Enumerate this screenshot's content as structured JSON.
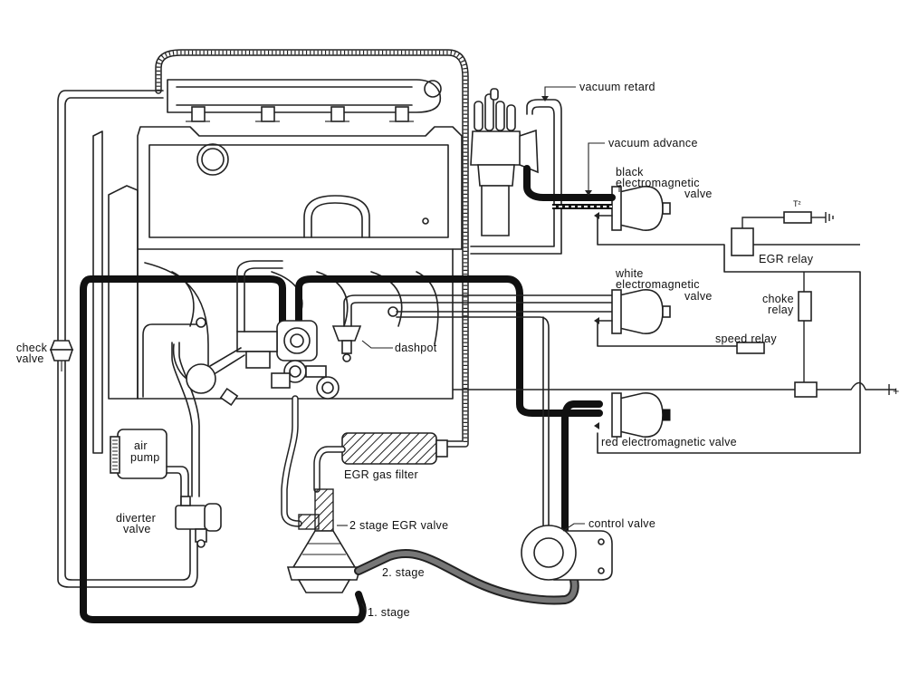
{
  "labels": {
    "vacuum_retard": "vacuum retard",
    "vacuum_advance": "vacuum advance",
    "black_valve_line1": "black",
    "black_valve_line2": "electromagnetic",
    "black_valve_line3": "valve",
    "t2": "T²",
    "egr_relay": "EGR relay",
    "white_valve_line1": "white",
    "white_valve_line2": "electromagnetic",
    "white_valve_line3": "valve",
    "choke_relay_line1": "choke",
    "choke_relay_line2": "relay",
    "speed_relay": "speed relay",
    "dashpot": "dashpot",
    "check_valve_line1": "check",
    "check_valve_line2": "valve",
    "air_pump_line1": "air",
    "air_pump_line2": "pump",
    "red_valve": "red electromagnetic valve",
    "egr_gas_filter": "EGR gas filter",
    "diverter_valve_line1": "diverter",
    "diverter_valve_line2": "valve",
    "two_stage_egr_valve": "2 stage EGR valve",
    "control_valve": "control valve",
    "stage_2": "2. stage",
    "stage_1": "1. stage",
    "plus_terminal": "+"
  }
}
